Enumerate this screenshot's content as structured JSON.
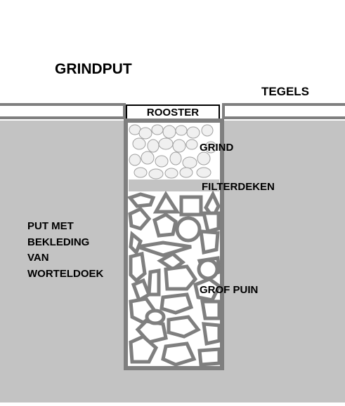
{
  "title": "GRINDPUT",
  "labels": {
    "tegels": "TEGELS",
    "rooster": "ROOSTER",
    "grind": "GRIND",
    "filterdeken": "FILTERDEKEN",
    "grof_puin": "GROF PUIN",
    "put_lines": [
      "PUT MET",
      "BEKLEDING",
      "VAN",
      "WORTELDOEK"
    ]
  },
  "colors": {
    "ground": "#c3c3c3",
    "outline": "#7f7f7f",
    "filter_layer": "#c3c3c3",
    "gravel_fill": "#f0f0f0",
    "gravel_stroke": "#a0a0a0",
    "text": "#000000"
  }
}
